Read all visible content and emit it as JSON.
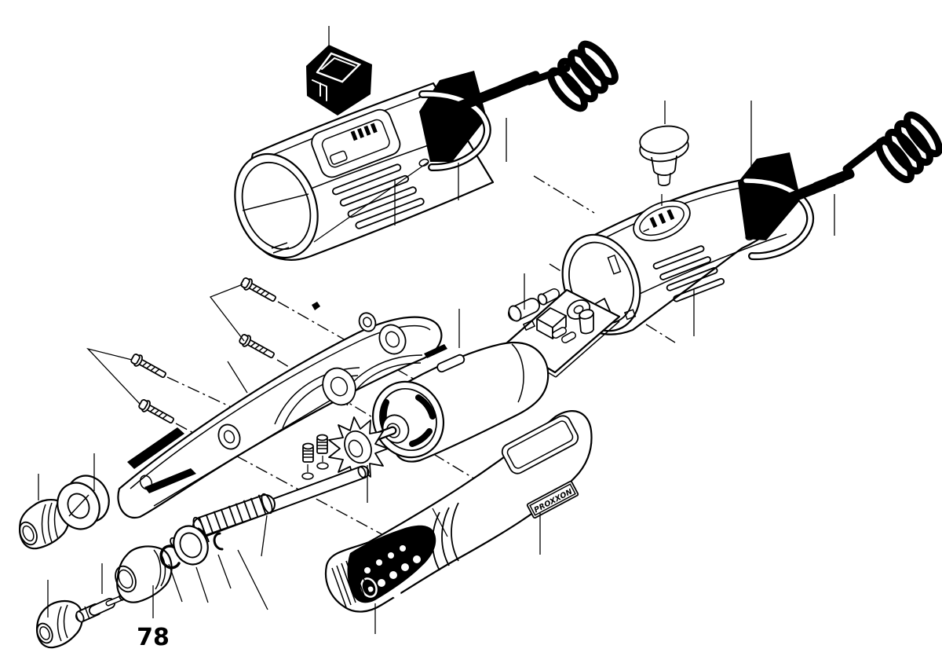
{
  "figure": {
    "kind": "exploded-parts-diagram",
    "subject": "rotary-tool",
    "labels": {
      "part_number": "78",
      "brand_badge": "PROXXON"
    },
    "colors": {
      "line": "#000000",
      "background": "#ffffff",
      "solid_fill": "#000000"
    },
    "parts": [
      "rocker-switch",
      "upper-tool-housing",
      "strain-relief-left",
      "coiled-power-cord-left",
      "hanger-loop-left",
      "speed-cap-plug",
      "right-tool-housing",
      "strain-relief-right",
      "coiled-power-cord-right",
      "hanger-loop-right",
      "housing-screws",
      "upper-housing-shell",
      "control-pcb",
      "dc-motor",
      "fan-impeller",
      "set-screws",
      "drive-spindle",
      "clamping-spring",
      "chuck-cap-upper",
      "spacer-ring",
      "chuck-cap-lower",
      "collet-spindle",
      "dome-nut",
      "retaining-clip",
      "bearing-ring",
      "e-clip",
      "lower-housing-shell",
      "perforated-nose-grip",
      "brand-badge",
      "part-number-label"
    ]
  }
}
